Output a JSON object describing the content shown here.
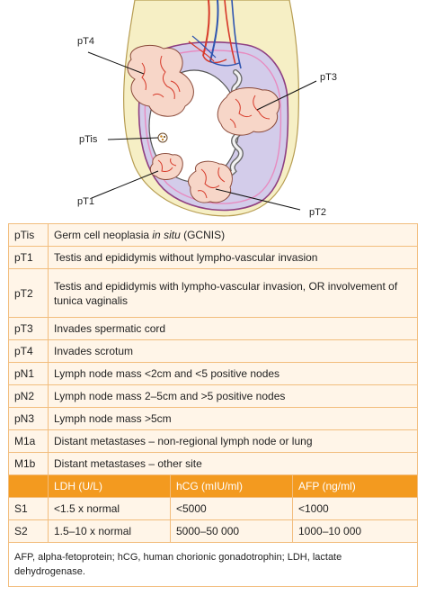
{
  "labels": {
    "pT4": "pT4",
    "pT3": "pT3",
    "pTis": "pTis",
    "pT1": "pT1",
    "pT2": "pT2"
  },
  "colors": {
    "skin": "#f6efc5",
    "tunica": "#d3ccea",
    "testis_fill": "#ffffff",
    "tumor": "#f7d6c8",
    "vessel_red": "#d73a2a",
    "vessel_blue": "#2f55b0",
    "header_orange": "#f39a1f",
    "row_fill": "#fff5e8",
    "border": "#f2bd7d"
  },
  "stages": [
    {
      "code": "pTis",
      "pre": "Germ cell neoplasia ",
      "em": "in situ",
      "post": " (GCNIS)"
    },
    {
      "code": "pT1",
      "pre": "Testis and epididymis without lympho-vascular invasion",
      "em": "",
      "post": ""
    },
    {
      "code": "pT2",
      "pre": "Testis and epididymis with lympho-vascular invasion, OR involvement of tunica vaginalis",
      "em": "",
      "post": ""
    },
    {
      "code": "pT3",
      "pre": "Invades spermatic cord",
      "em": "",
      "post": ""
    },
    {
      "code": "pT4",
      "pre": "Invades scrotum",
      "em": "",
      "post": ""
    },
    {
      "code": "pN1",
      "pre": "Lymph node mass <2cm and <5 positive nodes",
      "em": "",
      "post": ""
    },
    {
      "code": "pN2",
      "pre": "Lymph node mass 2–5cm and >5 positive nodes",
      "em": "",
      "post": ""
    },
    {
      "code": "pN3",
      "pre": "Lymph node mass >5cm",
      "em": "",
      "post": ""
    },
    {
      "code": "M1a",
      "pre": "Distant metastases – non-regional lymph node or lung",
      "em": "",
      "post": ""
    },
    {
      "code": "M1b",
      "pre": "Distant metastases – other site",
      "em": "",
      "post": ""
    }
  ],
  "serum_header": {
    "blank": "",
    "ldh": "LDH (U/L)",
    "hcg": "hCG (mIU/ml)",
    "afp": "AFP (ng/ml)"
  },
  "serum_rows": [
    {
      "code": "S1",
      "ldh": "<1.5 x normal",
      "hcg": "<5000",
      "afp": "<1000"
    },
    {
      "code": "S2",
      "ldh": "1.5–10 x normal",
      "hcg": "5000–50 000",
      "afp": "1000–10 000"
    }
  ],
  "footnote": "AFP, alpha-fetoprotein; hCG, human chorionic gonadotrophin; LDH, lactate dehydrogenase."
}
